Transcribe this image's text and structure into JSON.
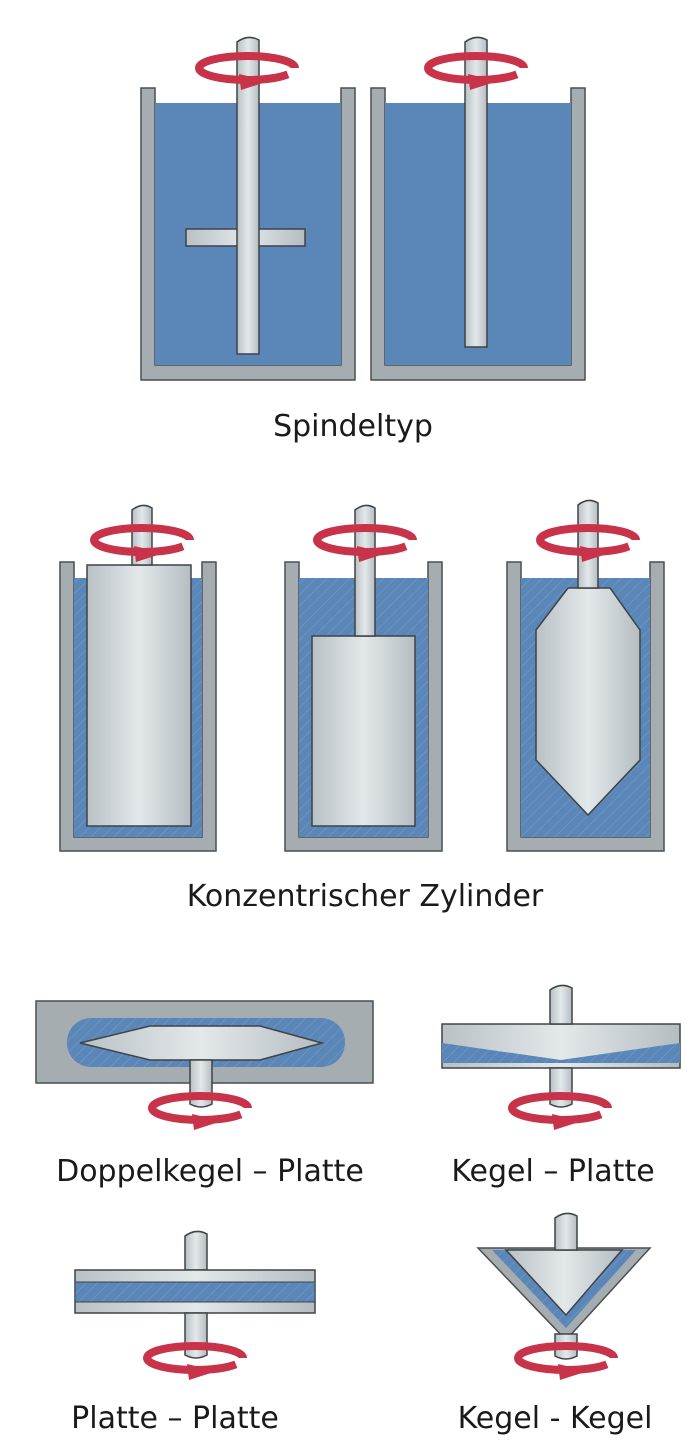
{
  "title": "Messgeometrien Rotationsviskosimeter",
  "colors": {
    "liquid": "#5a86b8",
    "wall": "#a6adb0",
    "shaft": "#cfd6da",
    "rotation_arrow": "#c8334a"
  },
  "sections": [
    {
      "label": "Spindeltyp"
    },
    {
      "label": "Konzentrischer Zylinder"
    },
    {
      "label": "Doppelkegel – Platte"
    },
    {
      "label": "Kegel – Platte"
    },
    {
      "label": "Platte – Platte"
    },
    {
      "label": "Kegel - Kegel"
    }
  ]
}
